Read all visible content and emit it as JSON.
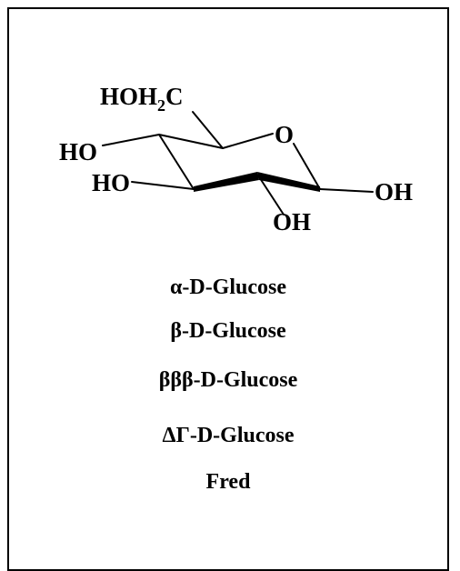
{
  "structure": {
    "atoms": {
      "ch2oh": "HOH",
      "ch2oh_sub": "2",
      "ch2oh_c": "C",
      "ring_oxygen": "O",
      "oh_c4": "HO",
      "oh_c3": "HO",
      "oh_c2": "OH",
      "oh_c1": "OH"
    }
  },
  "names": [
    "α-D-Glucose",
    "β-D-Glucose",
    "βββ-D-Glucose",
    "ΔΓ-D-Glucose",
    "Fred"
  ]
}
